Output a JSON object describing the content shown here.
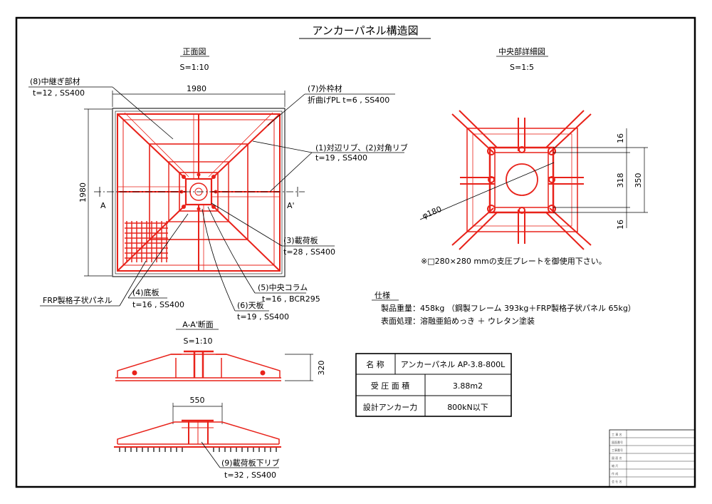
{
  "title": "アンカーパネル構造図",
  "views": {
    "front": {
      "name": "正面図",
      "scale": "S=1:10"
    },
    "detail": {
      "name": "中央部詳細図",
      "scale": "S=1:5"
    },
    "section": {
      "name": "A-A'断面",
      "scale": "S=1:10"
    }
  },
  "dims": {
    "width": "1980",
    "height": "1980",
    "section_height": "320",
    "lower_width": "550",
    "detail_16a": "16",
    "detail_318": "318",
    "detail_16b": "16",
    "detail_350": "350",
    "diameter": "φ180"
  },
  "section_marks": {
    "a": "A",
    "a2": "A'"
  },
  "parts": {
    "p8": {
      "name": "(8)中継ぎ部材",
      "spec": "t=12 , SS400"
    },
    "p7": {
      "name": "(7)外枠材",
      "spec": "折曲げPL t=6 , SS400"
    },
    "p1": {
      "name": "(1)対辺リブ、(2)対角リブ",
      "spec": "t=19 , SS400"
    },
    "p3": {
      "name": "(3)載荷板",
      "spec": "t=28 , SS400"
    },
    "p5": {
      "name": "(5)中央コラム",
      "spec": "t=16 , BCR295"
    },
    "p6": {
      "name": "(6)天板",
      "spec": "t=19 , SS400"
    },
    "p4": {
      "name": "(4)底板",
      "spec": "t=16 , SS400"
    },
    "frp": {
      "name": "FRP製格子状パネル"
    },
    "p9": {
      "name": "(9)載荷板下リブ",
      "spec": "t=32 , SS400"
    }
  },
  "note": "※□280×280 mmの支圧プレートを御使用下さい。",
  "spec": {
    "heading": "仕様",
    "weight": "製品重量：458kg （鋼製フレーム 393kg＋FRP製格子状パネル 65kg）",
    "finish": "表面処理：溶融亜鉛めっき ＋ ウレタン塗装"
  },
  "table": {
    "name_label": "名 称",
    "name_value": "アンカーパネル AP-3.8-800L",
    "area_label": "受 圧 面 積",
    "area_value": "3.88m2",
    "force_label": "設計アンカー力",
    "force_value": "800kN以下"
  },
  "titleblock": [
    "工 事 名",
    "図面番号",
    "工事番号",
    "図 面 名",
    "縮 尺",
    "作 成",
    "会 社 名"
  ],
  "colors": {
    "red": "#e8221a",
    "line": "#000000"
  }
}
